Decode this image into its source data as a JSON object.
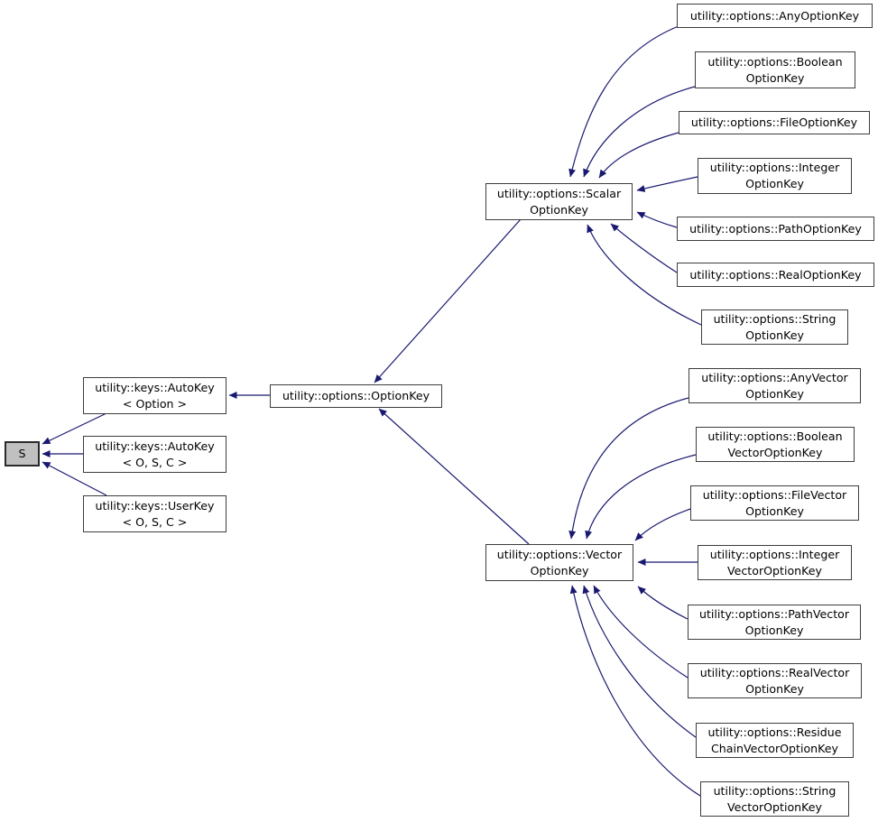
{
  "diagram": {
    "type": "inheritance-graph",
    "background_color": "#ffffff",
    "edge_color": "#191970",
    "node_border_color": "#3d3d3d",
    "highlight_fill_color": "#c0c0c0",
    "nodes": [
      {
        "id": "s",
        "line1": "S",
        "line2": "",
        "highlighted": true
      },
      {
        "id": "autokey-option",
        "line1": "utility::keys::AutoKey",
        "line2": "< Option >"
      },
      {
        "id": "autokey-osc",
        "line1": "utility::keys::AutoKey",
        "line2": "< O, S, C >"
      },
      {
        "id": "userkey-osc",
        "line1": "utility::keys::UserKey",
        "line2": "< O, S, C >"
      },
      {
        "id": "optionkey",
        "line1": "utility::options::OptionKey",
        "line2": ""
      },
      {
        "id": "scalar-optionkey",
        "line1": "utility::options::Scalar",
        "line2": "OptionKey"
      },
      {
        "id": "vector-optionkey",
        "line1": "utility::options::Vector",
        "line2": "OptionKey"
      },
      {
        "id": "any-optionkey",
        "line1": "utility::options::AnyOptionKey",
        "line2": ""
      },
      {
        "id": "boolean-optionkey",
        "line1": "utility::options::Boolean",
        "line2": "OptionKey"
      },
      {
        "id": "file-optionkey",
        "line1": "utility::options::FileOptionKey",
        "line2": ""
      },
      {
        "id": "integer-optionkey",
        "line1": "utility::options::Integer",
        "line2": "OptionKey"
      },
      {
        "id": "path-optionkey",
        "line1": "utility::options::PathOptionKey",
        "line2": ""
      },
      {
        "id": "real-optionkey",
        "line1": "utility::options::RealOptionKey",
        "line2": ""
      },
      {
        "id": "string-optionkey",
        "line1": "utility::options::String",
        "line2": "OptionKey"
      },
      {
        "id": "any-vector",
        "line1": "utility::options::AnyVector",
        "line2": "OptionKey"
      },
      {
        "id": "boolean-vector",
        "line1": "utility::options::Boolean",
        "line2": "VectorOptionKey"
      },
      {
        "id": "file-vector",
        "line1": "utility::options::FileVector",
        "line2": "OptionKey"
      },
      {
        "id": "integer-vector",
        "line1": "utility::options::Integer",
        "line2": "VectorOptionKey"
      },
      {
        "id": "path-vector",
        "line1": "utility::options::PathVector",
        "line2": "OptionKey"
      },
      {
        "id": "real-vector",
        "line1": "utility::options::RealVector",
        "line2": "OptionKey"
      },
      {
        "id": "residue-chain-vector",
        "line1": "utility::options::Residue",
        "line2": "ChainVectorOptionKey"
      },
      {
        "id": "string-vector",
        "line1": "utility::options::String",
        "line2": "VectorOptionKey"
      }
    ],
    "edges": [
      {
        "from": "autokey-option",
        "to": "s"
      },
      {
        "from": "autokey-osc",
        "to": "s"
      },
      {
        "from": "userkey-osc",
        "to": "s"
      },
      {
        "from": "optionkey",
        "to": "autokey-option"
      },
      {
        "from": "scalar-optionkey",
        "to": "optionkey"
      },
      {
        "from": "vector-optionkey",
        "to": "optionkey"
      },
      {
        "from": "any-optionkey",
        "to": "scalar-optionkey"
      },
      {
        "from": "boolean-optionkey",
        "to": "scalar-optionkey"
      },
      {
        "from": "file-optionkey",
        "to": "scalar-optionkey"
      },
      {
        "from": "integer-optionkey",
        "to": "scalar-optionkey"
      },
      {
        "from": "path-optionkey",
        "to": "scalar-optionkey"
      },
      {
        "from": "real-optionkey",
        "to": "scalar-optionkey"
      },
      {
        "from": "string-optionkey",
        "to": "scalar-optionkey"
      },
      {
        "from": "any-vector",
        "to": "vector-optionkey"
      },
      {
        "from": "boolean-vector",
        "to": "vector-optionkey"
      },
      {
        "from": "file-vector",
        "to": "vector-optionkey"
      },
      {
        "from": "integer-vector",
        "to": "vector-optionkey"
      },
      {
        "from": "path-vector",
        "to": "vector-optionkey"
      },
      {
        "from": "real-vector",
        "to": "vector-optionkey"
      },
      {
        "from": "residue-chain-vector",
        "to": "vector-optionkey"
      },
      {
        "from": "string-vector",
        "to": "vector-optionkey"
      }
    ]
  }
}
